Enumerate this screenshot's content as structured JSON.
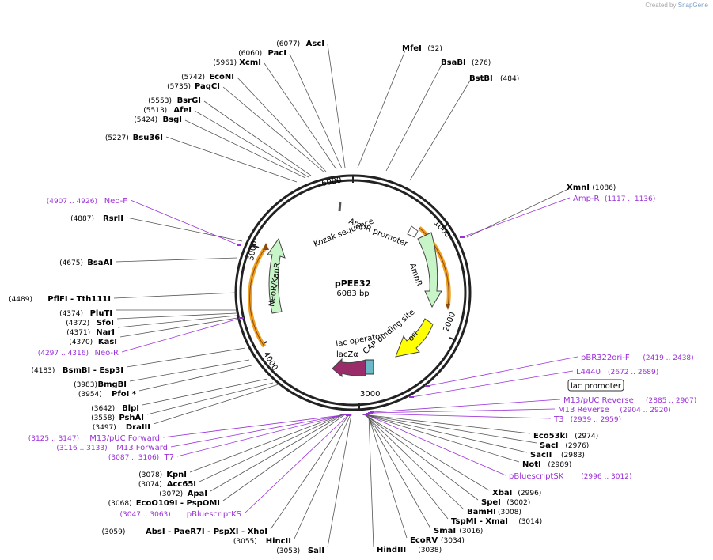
{
  "credit": {
    "prefix": "Created by",
    "brand": "SnapGene"
  },
  "plasmid": {
    "name": "pPEE32",
    "size_label": "6083 bp",
    "length": 6083
  },
  "ticks": [
    "1000",
    "2000",
    "3000",
    "4000",
    "5000",
    "6000"
  ],
  "colors": {
    "enzyme": "#000000",
    "primer": "#9b30d9",
    "ampr": "#c8f5c8",
    "neo": "#c8f5c8",
    "ori": "#ffff00",
    "lacz": "#9b2c6a",
    "orange_band": "#f0a020"
  },
  "features": {
    "ampr_promoter": "AmpR promoter",
    "kozak": "Kozak sequence",
    "ampr": "AmpR",
    "neo": "NeoR/KanR",
    "ori": "ori",
    "cap": "CAP binding site",
    "lac_operator": "lac operator",
    "lacz": "lacZα",
    "lac_promoter_box": "lac promoter"
  },
  "enzymes_left": [
    {
      "pos": "(6077)",
      "name": "AscI"
    },
    {
      "pos": "(6060)",
      "name": "PacI"
    },
    {
      "pos": "(5961)",
      "name": "XcmI"
    },
    {
      "pos": "(5742)",
      "name": "EcoNI"
    },
    {
      "pos": "(5735)",
      "name": "PaqCI"
    },
    {
      "pos": "(5553)",
      "name": "BsrGI"
    },
    {
      "pos": "(5513)",
      "name": "AfeI"
    },
    {
      "pos": "(5424)",
      "name": "BsgI"
    },
    {
      "pos": "(5227)",
      "name": "Bsu36I"
    },
    {
      "pos": "(4887)",
      "name": "RsrII"
    },
    {
      "pos": "(4675)",
      "name": "BsaAI"
    },
    {
      "pos": "(4489)",
      "name": "PflFI",
      "extra": "- Tth111I"
    },
    {
      "pos": "(4374)",
      "name": "PluTI"
    },
    {
      "pos": "(4372)",
      "name": "SfoI"
    },
    {
      "pos": "(4371)",
      "name": "NarI"
    },
    {
      "pos": "(4370)",
      "name": "KasI"
    },
    {
      "pos": "(4183)",
      "name": "BsmBI",
      "extra": "- Esp3I"
    },
    {
      "pos": "(3983)",
      "name": "BmgBI"
    },
    {
      "pos": "(3954)",
      "name": "PfoI *"
    },
    {
      "pos": "(3642)",
      "name": "BlpI"
    },
    {
      "pos": "(3558)",
      "name": "PshAI"
    },
    {
      "pos": "(3497)",
      "name": "DraIII"
    },
    {
      "pos": "(3078)",
      "name": "KpnI"
    },
    {
      "pos": "(3074)",
      "name": "Acc65I"
    },
    {
      "pos": "(3072)",
      "name": "ApaI"
    },
    {
      "pos": "(3068)",
      "name": "EcoO109I",
      "extra": "- PspOMI"
    },
    {
      "pos": "(3059)",
      "name": "AbsI",
      "extra": "- PaeR7I - PspXI - XhoI"
    },
    {
      "pos": "(3055)",
      "name": "HincII"
    },
    {
      "pos": "(3053)",
      "name": "SalI"
    }
  ],
  "enzymes_right": [
    {
      "pos": "(32)",
      "name": "MfeI"
    },
    {
      "pos": "(276)",
      "name": "BsaBI"
    },
    {
      "pos": "(484)",
      "name": "BstBI"
    },
    {
      "pos": "(1086)",
      "name": "XmnI"
    },
    {
      "pos": "(2974)",
      "name": "Eco53kI"
    },
    {
      "pos": "(2976)",
      "name": "SacI"
    },
    {
      "pos": "(2983)",
      "name": "SacII"
    },
    {
      "pos": "(2989)",
      "name": "NotI"
    },
    {
      "pos": "(2996)",
      "name": "XbaI"
    },
    {
      "pos": "(3002)",
      "name": "SpeI"
    },
    {
      "pos": "(3008)",
      "name": "BamHI"
    },
    {
      "pos": "(3014)",
      "name": "TspMI",
      "extra": "- XmaI"
    },
    {
      "pos": "(3016)",
      "name": "SmaI"
    },
    {
      "pos": "(3034)",
      "name": "EcoRV"
    },
    {
      "pos": "(3038)",
      "name": "HindIII"
    }
  ],
  "primers": [
    {
      "name": "Neo-F",
      "range": "(4907 .. 4926)"
    },
    {
      "name": "Neo-R",
      "range": "(4297 .. 4316)"
    },
    {
      "name": "Amp-R",
      "range": "(1117 .. 1136)"
    },
    {
      "name": "pBR322ori-F",
      "range": "(2419 .. 2438)"
    },
    {
      "name": "L4440",
      "range": "(2672 .. 2689)"
    },
    {
      "name": "M13/pUC Reverse",
      "range": "(2885 .. 2907)"
    },
    {
      "name": "M13 Reverse",
      "range": "(2904 .. 2920)"
    },
    {
      "name": "T3",
      "range": "(2939 .. 2959)"
    },
    {
      "name": "pBluescriptSK",
      "range": "(2996 .. 3012)"
    },
    {
      "name": "M13/pUC Forward",
      "range": "(3125 .. 3147)"
    },
    {
      "name": "M13 Forward",
      "range": "(3116 .. 3133)"
    },
    {
      "name": "T7",
      "range": "(3087 .. 3106)"
    },
    {
      "name": "pBluescriptKS",
      "range": "(3047 .. 3063)"
    }
  ]
}
